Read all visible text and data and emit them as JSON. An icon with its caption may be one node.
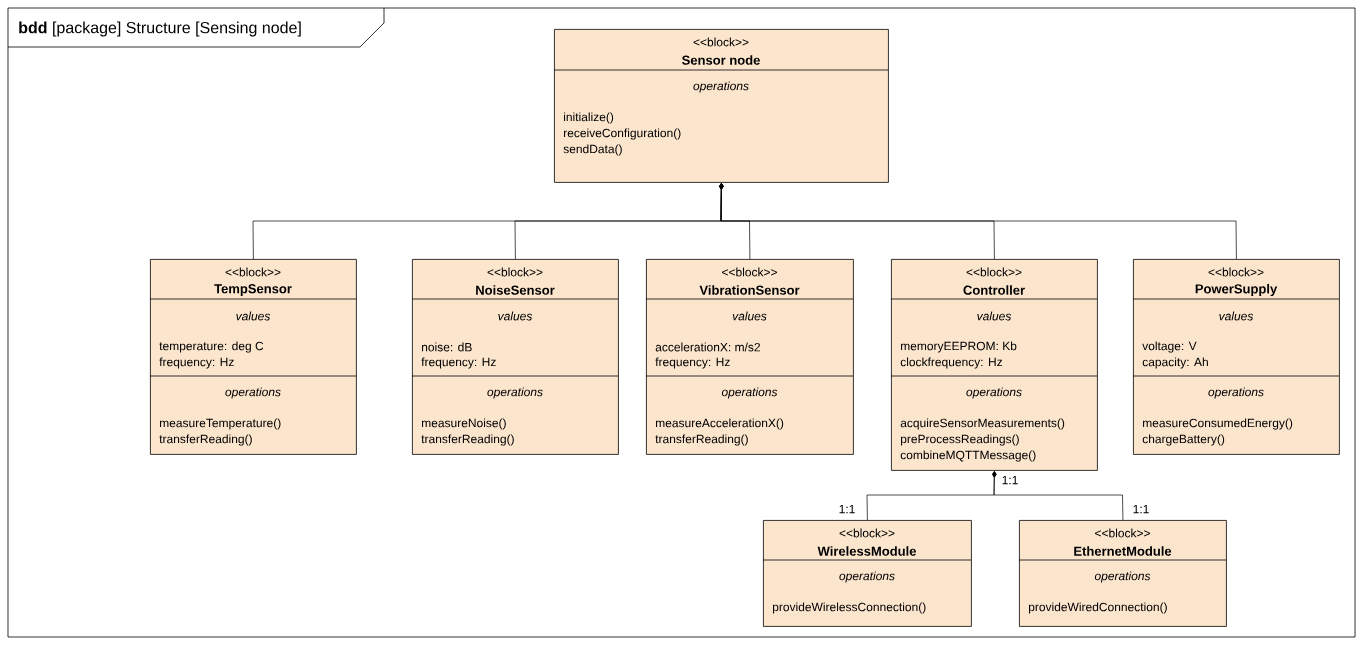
{
  "diagram": {
    "title": "**bdd** [package] Structure [Sensing node]",
    "nodes": [
      {
        "text": [
          "<<block>>",
          "Sensor node",
          "operations",
          "initialize()",
          "receiveConfiguration()",
          "sendData()"
        ]
      },
      {
        "text": [
          "<<block>>",
          "TempSensor",
          "values",
          "temperature: deg C",
          "frequency: Hz",
          "operations",
          "measureTemperature()",
          "transferReading()"
        ]
      },
      {
        "text": [
          "<<block>>",
          "NoiseSensor",
          "values",
          "noise: dB",
          "frequency: Hz",
          "operations",
          "measureNoise()",
          "transferReading()"
        ]
      },
      {
        "text": [
          "<<block>>",
          "VibrationSensor",
          "values",
          "accelerationX: m/s2",
          "frequency: Hz",
          "operations",
          "measureAccelerationX()",
          "transferReading()"
        ]
      },
      {
        "text": [
          "<<block>>",
          "Controller",
          "values",
          "memoryEEPROM: Kb",
          "clockfrequency: Hz",
          "operations",
          "acquireSensorMeasurements()",
          "preProcessReadings()",
          "combineMQTTMessage()"
        ]
      },
      {
        "text": [
          "<<block>>",
          "PowerSupply",
          "values",
          "voltage: V",
          "capacity: Ah",
          "operations",
          "measureConsumedEnergy()",
          "chargeBattery()"
        ]
      },
      {
        "text": [
          "<<block>>",
          "WirelessModule",
          "operations",
          "provideWirelessConnection()"
        ]
      },
      {
        "text": [
          "<<block>>",
          "EthernetModule",
          "operations",
          "provideWiredConnection()"
        ]
      }
    ],
    "edges": [
      {
        "from": 0,
        "to": 1,
        "arrow": "other"
      },
      {
        "from": 0,
        "to": 2,
        "arrow": "other"
      },
      {
        "from": 0,
        "to": 3,
        "arrow": "other"
      },
      {
        "from": 0,
        "to": 4,
        "arrow": "other"
      },
      {
        "from": 0,
        "to": 5,
        "arrow": "other"
      },
      {
        "from": 4,
        "to": 6,
        "arrow": "other",
        "label": "1:1"
      },
      {
        "from": 4,
        "to": 7,
        "arrow": "other",
        "label": "1:1"
      }
    ],
    "labels": [
      "1:1"
    ]
  }
}
